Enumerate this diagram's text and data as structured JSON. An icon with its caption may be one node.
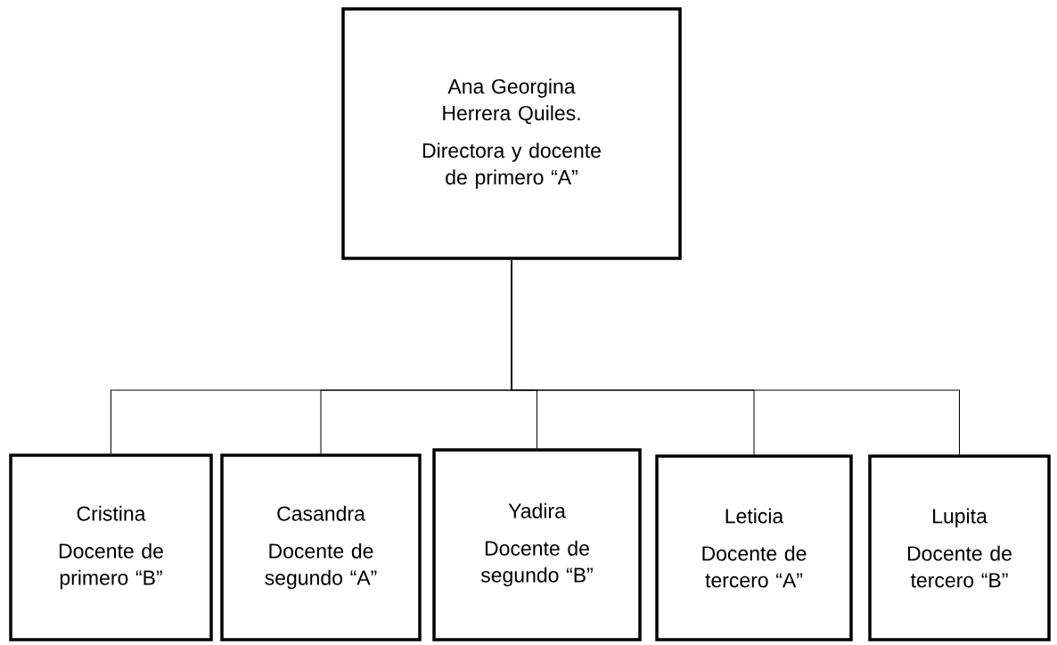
{
  "diagram": {
    "nodes": [
      {
        "text": [
          "Ana Georgina Herrera Quiles.",
          "Directora y docente de primero “A”"
        ]
      },
      {
        "text": [
          "Cristina",
          "Docente de primero “B”"
        ]
      },
      {
        "text": [
          "Casandra",
          "Docente de segundo “A”"
        ]
      },
      {
        "text": [
          "Yadira",
          "Docente de segundo “B”"
        ]
      },
      {
        "text": [
          "Leticia",
          "Docente de tercero “A”"
        ]
      },
      {
        "text": [
          "Lupita",
          "Docente de tercero “B”"
        ]
      }
    ],
    "edges": [
      {
        "from": 0,
        "to": 1,
        "arrow": "none"
      },
      {
        "from": 0,
        "to": 2,
        "arrow": "none"
      },
      {
        "from": 0,
        "to": 3,
        "arrow": "none"
      },
      {
        "from": 0,
        "to": 4,
        "arrow": "none"
      },
      {
        "from": 0,
        "to": 5,
        "arrow": "none"
      }
    ]
  }
}
